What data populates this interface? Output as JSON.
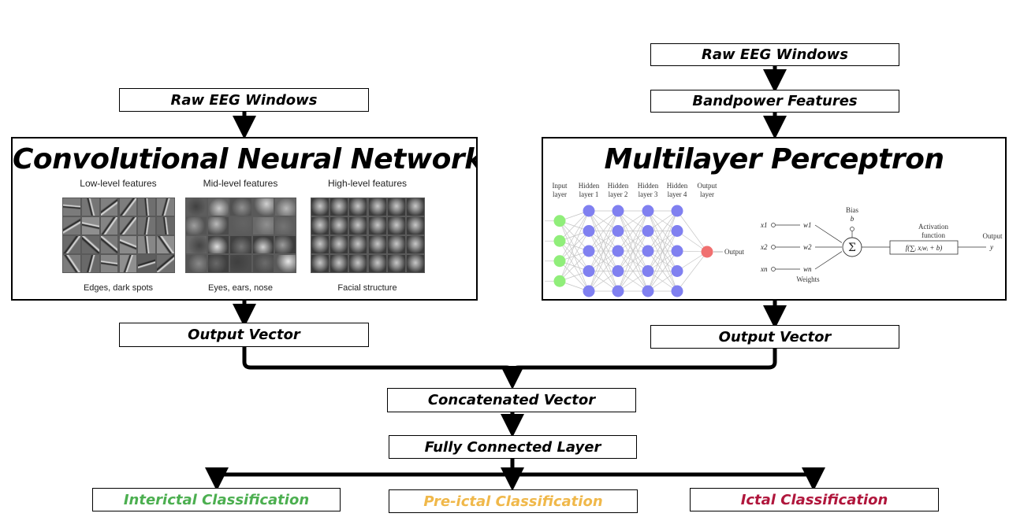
{
  "left_branch": {
    "input_label": "Raw EEG Windows",
    "model_title": "Convolutional Neural Network",
    "features": [
      {
        "heading": "Low-level features",
        "caption": "Edges, dark spots"
      },
      {
        "heading": "Mid-level features",
        "caption": "Eyes, ears, nose"
      },
      {
        "heading": "High-level features",
        "caption": "Facial structure"
      }
    ],
    "output_label": "Output Vector"
  },
  "right_branch": {
    "input_label": "Raw EEG Windows",
    "feature_label": "Bandpower Features",
    "model_title": "Multilayer Perceptron",
    "network": {
      "layer_labels": [
        [
          "Input",
          "layer"
        ],
        [
          "Hidden",
          "layer 1"
        ],
        [
          "Hidden",
          "layer 2"
        ],
        [
          "Hidden",
          "layer 3"
        ],
        [
          "Hidden",
          "layer 4"
        ],
        [
          "Output",
          "layer"
        ]
      ],
      "output_text": "Output",
      "layer_sizes": [
        4,
        5,
        5,
        5,
        5,
        1
      ],
      "colors": {
        "input": "#90ee7a",
        "hidden": "#8080f0",
        "output": "#f07070"
      }
    },
    "perceptron": {
      "inputs": [
        "x1",
        "x2",
        "xn"
      ],
      "weights": [
        "w1",
        "w2",
        "wn"
      ],
      "bias_label": "Bias",
      "bias_symbol": "b",
      "sum_symbol": "Σ",
      "weights_label": "Weights",
      "activation_label": [
        "Activation",
        "function"
      ],
      "activation_formula": "f(∑ᵢ xᵢwᵢ + b)",
      "output_label": "Output",
      "output_symbol": "y"
    },
    "output_label": "Output Vector"
  },
  "merge": {
    "concat_label": "Concatenated Vector",
    "fc_label": "Fully Connected Layer"
  },
  "outputs": [
    {
      "label": "Interictal Classification",
      "color": "#4caf50"
    },
    {
      "label": "Pre-ictal Classification",
      "color": "#f0b84a"
    },
    {
      "label": "Ictal Classification",
      "color": "#b0163c"
    }
  ]
}
